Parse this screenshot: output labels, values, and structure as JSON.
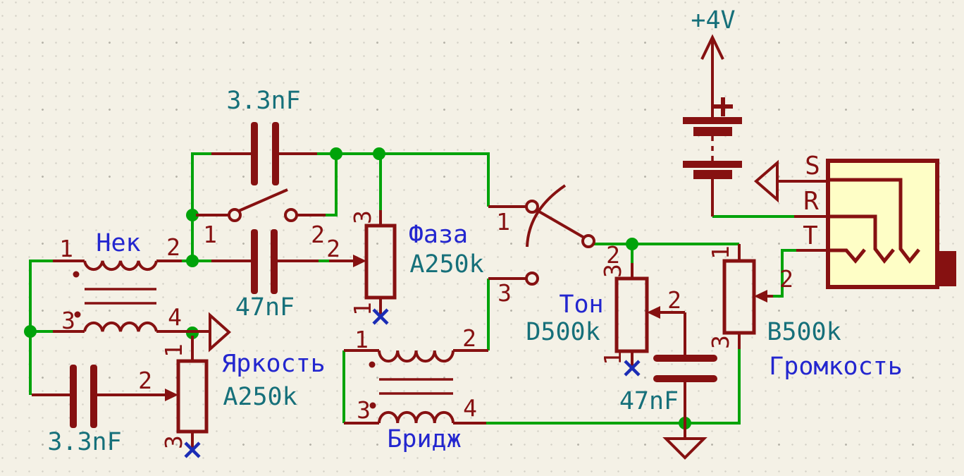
{
  "app": "schematic-editor",
  "colors": {
    "background": "#F4F1E6",
    "wire_green": "#00A30A",
    "symbol_red": "#861111",
    "value_teal": "#16707A",
    "label_blue": "#2326CF",
    "no_connect_blue": "#1B2CB5",
    "jack_fill_yellow": "#FEFEC6"
  },
  "components": {
    "neck_pickup": {
      "label": "Нек",
      "pins": {
        "p1": "1",
        "p2": "2",
        "p3": "3",
        "p4": "4"
      }
    },
    "bridge_pickup": {
      "label": "Бридж",
      "pins": {
        "p1": "1",
        "p2": "2",
        "p3": "3",
        "p4": "4"
      }
    },
    "brightness_pot": {
      "label": "Яркость",
      "value": "A250k",
      "pins": {
        "p1": "1",
        "p2": "2",
        "p3": "3"
      }
    },
    "phase_pot": {
      "label": "Фаза",
      "value": "A250k",
      "pins": {
        "p1": "1",
        "p2": "2",
        "p3": "3"
      }
    },
    "tone_pot": {
      "label": "Тон",
      "value": "D500k",
      "pins": {
        "p1": "1",
        "p2": "2",
        "p3": "3"
      }
    },
    "volume_pot": {
      "label": "Громкость",
      "value": "B500k",
      "pins": {
        "p1": "1",
        "p2": "2",
        "p3": "3"
      }
    },
    "cap_switch_top": {
      "value": "3.3nF"
    },
    "cap_series": {
      "value": "47nF"
    },
    "cap_brightness": {
      "value": "3.3nF"
    },
    "cap_tone": {
      "value": "47nF"
    },
    "series_switch": {
      "pins": {
        "p1": "1",
        "p2": "2"
      }
    },
    "selector_switch": {
      "pins": {
        "p1": "1",
        "p2": "2",
        "p3": "3"
      }
    },
    "battery": {
      "value": "+4V",
      "plus_sign": "+"
    },
    "output_jack": {
      "pins": {
        "sleeve": "S",
        "ring": "R",
        "tip": "T"
      }
    }
  }
}
